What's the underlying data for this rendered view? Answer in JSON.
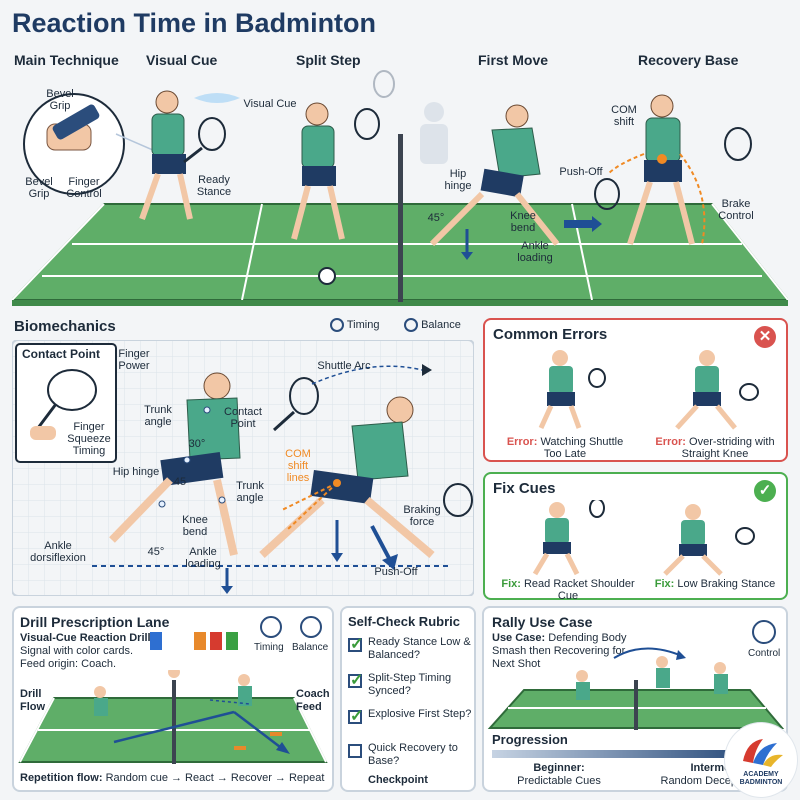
{
  "title": "Reaction Time in Badminton",
  "main": {
    "heading": "Main Technique",
    "stages": [
      "Visual Cue",
      "Split Step",
      "First Move",
      "Recovery Base"
    ],
    "labels": {
      "bevel_grip_top": "Bevel Grip",
      "bevel_grip_bottom": "Bevel Grip",
      "finger_control": "Finger Control",
      "visual_cue": "Visual Cue",
      "ready_stance": "Ready Stance",
      "hip_hinge": "Hip hinge",
      "angle_45": "45°",
      "knee_bend": "Knee bend",
      "ankle_loading": "Ankle loading",
      "push_off": "Push-Off",
      "com_shift": "COM shift",
      "brake_control": "Brake Control"
    }
  },
  "biomech": {
    "heading": "Biomechanics",
    "legend_timing": "Timing",
    "legend_balance": "Balance",
    "contact_point_title": "Contact Point",
    "finger_power": "Finger Power",
    "finger_squeeze": "Finger Squeeze Timing",
    "shuttle_arc": "Shuttle Arc",
    "trunk_angle_1": "Trunk angle",
    "contact_point": "Contact Point",
    "angle_30": "30°",
    "angle_45": "45",
    "hip_hinge": "Hip hinge",
    "trunk_angle_2": "Trunk angle",
    "knee_bend": "Knee bend",
    "angle_45b": "45°",
    "ankle_dorsiflexion": "Ankle dorsiflexion",
    "ankle_loading": "Ankle loading",
    "com_shift_lines": "COM shift lines",
    "braking_force": "Braking force",
    "push_off": "Push-Off"
  },
  "errors": {
    "heading": "Common Errors",
    "error_word": "Error:",
    "items": [
      "Watching Shuttle Too Late",
      "Over-striding with Straight Knee"
    ]
  },
  "fixes": {
    "heading": "Fix Cues",
    "fix_word": "Fix:",
    "items": [
      "Read Racket Shoulder Cue",
      "Low Braking Stance"
    ]
  },
  "drill": {
    "heading": "Drill Prescription Lane",
    "subtitle": "Visual-Cue Reaction Drill",
    "line2": "Signal with color cards.",
    "line3": "Feed origin: Coach.",
    "timing": "Timing",
    "balance": "Balance",
    "drill_flow": "Drill Flow",
    "coach_feed": "Coach Feed",
    "repetition_label": "Repetition flow:",
    "repetition_text": "Random cue → React → Recover → Repeat",
    "card_colors": [
      "#2e6fd1",
      "#e8892b",
      "#d63b2f",
      "#3aa043"
    ]
  },
  "rubric": {
    "heading": "Self-Check Rubric",
    "items": [
      {
        "text": "Ready Stance Low & Balanced?",
        "checked": true
      },
      {
        "text": "Split-Step Timing Synced?",
        "checked": true
      },
      {
        "text": "Explosive First Step?",
        "checked": true
      },
      {
        "text": "Quick Recovery to Base?",
        "checked": false
      }
    ],
    "footer": "Checkpoint"
  },
  "rally": {
    "heading": "Rally Use Case",
    "use_case_label": "Use Case:",
    "use_case_text": "Defending Body Smash then Recovering for Next Shot",
    "control": "Control",
    "progression": "Progression",
    "beginner_label": "Beginner:",
    "beginner_text": "Predictable Cues",
    "intermediate_label": "Intermedi",
    "intermediate_text": "Random Decept"
  },
  "logo_text": "ACADEMY BADMINTON",
  "colors": {
    "court": "#5fae68",
    "court_dark": "#3f8a4a",
    "navy": "#1f3b63",
    "error_red": "#d9534f",
    "fix_green": "#4caf50",
    "orange": "#f08a24",
    "arrow_blue": "#1f4f95"
  }
}
